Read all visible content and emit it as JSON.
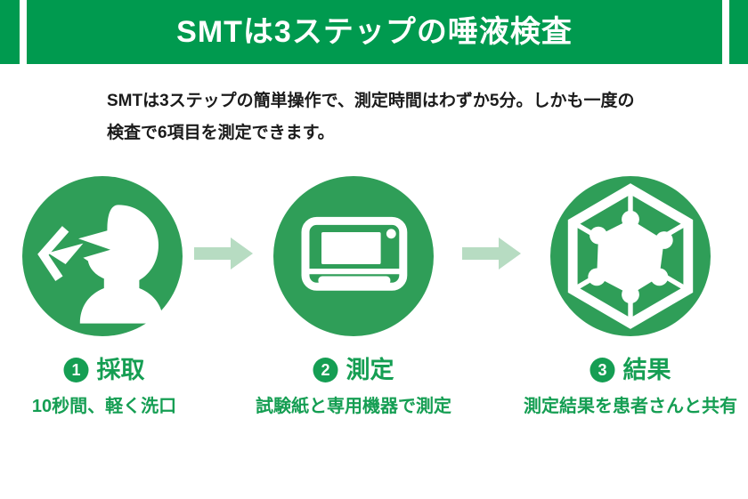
{
  "colors": {
    "brand_green": "#009a4f",
    "circle_green": "#2f9e58",
    "arrow_green": "#b7dcc2",
    "text_green": "#159e53",
    "text_dark": "#1b1b1b"
  },
  "header": {
    "title": "SMTは3ステップの唾液検査"
  },
  "intro": {
    "line1": "SMTは3ステップの簡単操作で、測定時間はわずか5分。しかも一度の",
    "line2": "検査で6項目を測定できます。"
  },
  "steps": [
    {
      "number": "1",
      "title": "採取",
      "caption": "10秒間、軽く洗口",
      "icon": "mouth-rinse-icon"
    },
    {
      "number": "2",
      "title": "測定",
      "caption": "試験紙と専用機器で測定",
      "icon": "measuring-device-icon"
    },
    {
      "number": "3",
      "title": "結果",
      "caption": "測定結果を患者さんと共有",
      "icon": "results-radar-icon"
    }
  ]
}
